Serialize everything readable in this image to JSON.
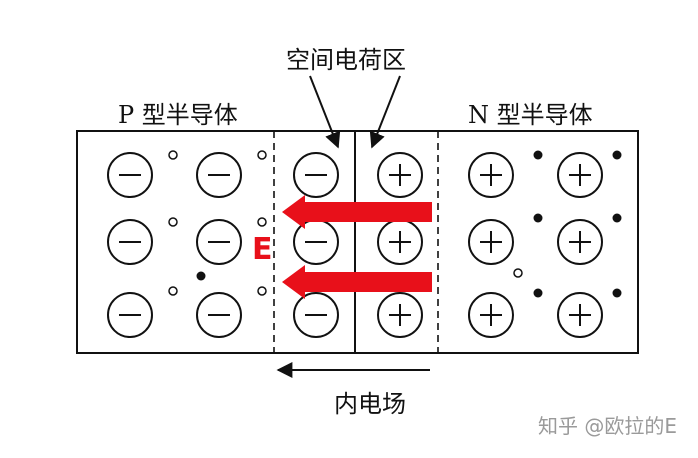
{
  "diagram": {
    "depletion_region_label": "空间电荷区",
    "p_region_label": "P 型半导体",
    "n_region_label": "N 型半导体",
    "field_label": "E",
    "internal_field_label": "内电场",
    "watermark": "知乎 @欧拉的E"
  },
  "colors": {
    "line": "#111111",
    "field_arrow": "#e8101a",
    "watermark": "#9a9a9a"
  },
  "symbols": {
    "negative_ion": "−",
    "positive_ion": "+"
  }
}
